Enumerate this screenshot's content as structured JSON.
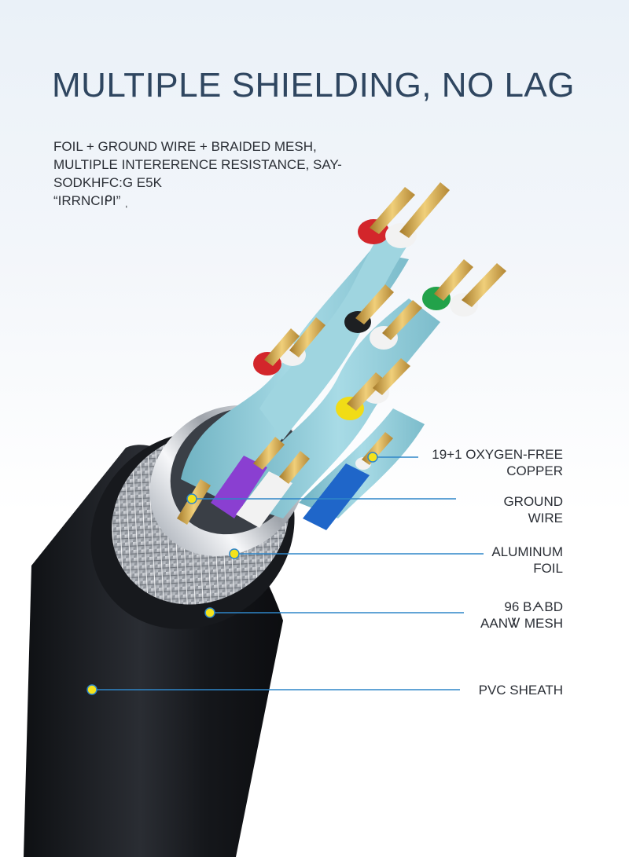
{
  "heading": "MULTIPLE SHIELDING, NO LAG",
  "description": [
    "FOIL + GROUND WIRE + BRAIDED MESH,",
    "MULTIPLE INTERERENCE RESISTANCE, SAY-",
    "SODKHFC:G E5K",
    "“IRRNCIᑭI” ˌ"
  ],
  "callouts": [
    {
      "lines": [
        "19+1 OXYGEN-FREE",
        "COPPER"
      ]
    },
    {
      "lines": [
        "GROUND",
        "WIRE"
      ]
    },
    {
      "lines": [
        "ALUMINUM",
        "FOIL"
      ]
    },
    {
      "lines": [
        "96 BᗅBD",
        "AANᏔ MESH"
      ]
    },
    {
      "lines": [
        "PVC SHEATH"
      ]
    }
  ],
  "colors": {
    "heading": "#2f4660",
    "callout_line": "#2f86c8",
    "callout_dot": "#f4e21c",
    "jacket": "#1b1d21",
    "twisted_pair_jacket": "#8fcbd8",
    "copper": "#d3a647"
  }
}
